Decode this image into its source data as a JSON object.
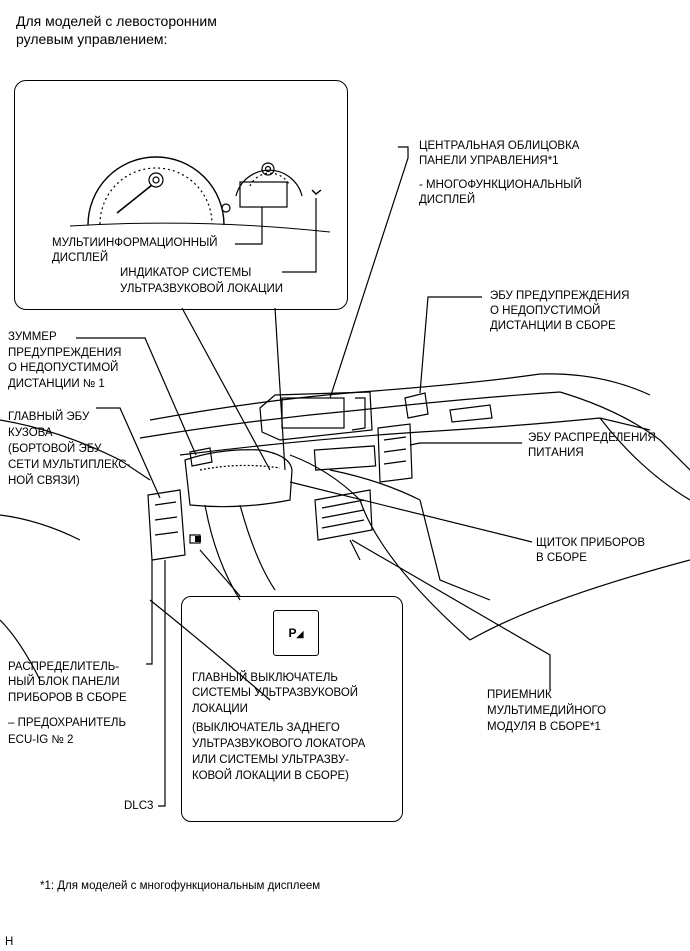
{
  "header": {
    "line1": "Для моделей с левосторонним",
    "line2": "рулевым управлением:"
  },
  "callouts": {
    "center_panel_line1": "ЦЕНТРАЛЬНАЯ ОБЛИЦОВКА",
    "center_panel_line2": "ПАНЕЛИ УПРАВЛЕНИЯ*1",
    "multifunction_display_line1": "- МНОГОФУНКЦИОНАЛЬНЫЙ",
    "multifunction_display_line2": "ДИСПЛЕЙ",
    "multi_info_display_line1": "МУЛЬТИИНФОРМАЦИОННЫЙ",
    "multi_info_display_line2": "ДИСПЛЕЙ",
    "sonar_indicator_line1": "ИНДИКАТОР СИСТЕМЫ",
    "sonar_indicator_line2": "УЛЬТРАЗВУКОВОЙ ЛОКАЦИИ",
    "clearance_ecu_line1": "ЭБУ ПРЕДУПРЕЖДЕНИЯ",
    "clearance_ecu_line2": "О НЕДОПУСТИМОЙ",
    "clearance_ecu_line3": "ДИСТАНЦИИ В СБОРЕ",
    "buzzer_line1": "ЗУММЕР",
    "buzzer_line2": "ПРЕДУПРЕЖДЕНИЯ",
    "buzzer_line3": "О НЕДОПУСТИМОЙ",
    "buzzer_line4": "ДИСТАНЦИИ № 1",
    "main_body_ecu_line1": "ГЛАВНЫЙ ЭБУ",
    "main_body_ecu_line2": "КУЗОВА",
    "main_body_ecu_line3": "(БОРТОВОЙ ЭБУ",
    "main_body_ecu_line4": "СЕТИ МУЛЬТИПЛЕКС-",
    "main_body_ecu_line5": "НОЙ СВЯЗИ)",
    "power_ecu_line1": "ЭБУ РАСПРЕДЕЛЕНИЯ",
    "power_ecu_line2": "ПИТАНИЯ",
    "combination_meter_line1": "ЩИТОК ПРИБОРОВ",
    "combination_meter_line2": "В СБОРЕ",
    "junction_block_line1": "РАСПРЕДЕЛИТЕЛЬ-",
    "junction_block_line2": "НЫЙ БЛОК ПАНЕЛИ",
    "junction_block_line3": "ПРИБОРОВ В СБОРЕ",
    "fuse_line1": "– ПРЕДОХРАНИТЕЛЬ",
    "fuse_line2": "ECU-IG № 2",
    "dlc3": "DLC3",
    "receiver_line1": "ПРИЕМНИК",
    "receiver_line2": "МУЛЬТИМЕДИЙНОГО",
    "receiver_line3": "МОДУЛЯ В СБОРЕ*1"
  },
  "switch_box": {
    "icon_label": "P",
    "line1": "ГЛАВНЫЙ ВЫКЛЮЧАТЕЛЬ",
    "line2": "СИСТЕМЫ УЛЬТРАЗВУКОВОЙ",
    "line3": "ЛОКАЦИИ",
    "line4": "(ВЫКЛЮЧАТЕЛЬ ЗАДНЕГО",
    "line5": "УЛЬТРАЗВУКОВОГО ЛОКАТОРА",
    "line6": "ИЛИ СИСТЕМЫ УЛЬТРАЗВУ-",
    "line7": "КОВОЙ ЛОКАЦИИ В СБОРЕ)"
  },
  "footnote": "*1: Для моделей с многофункциональным дисплеем",
  "corner_mark": "H",
  "icons": [
    "sonar-indicator-icon",
    "parking-sensor-icon"
  ]
}
